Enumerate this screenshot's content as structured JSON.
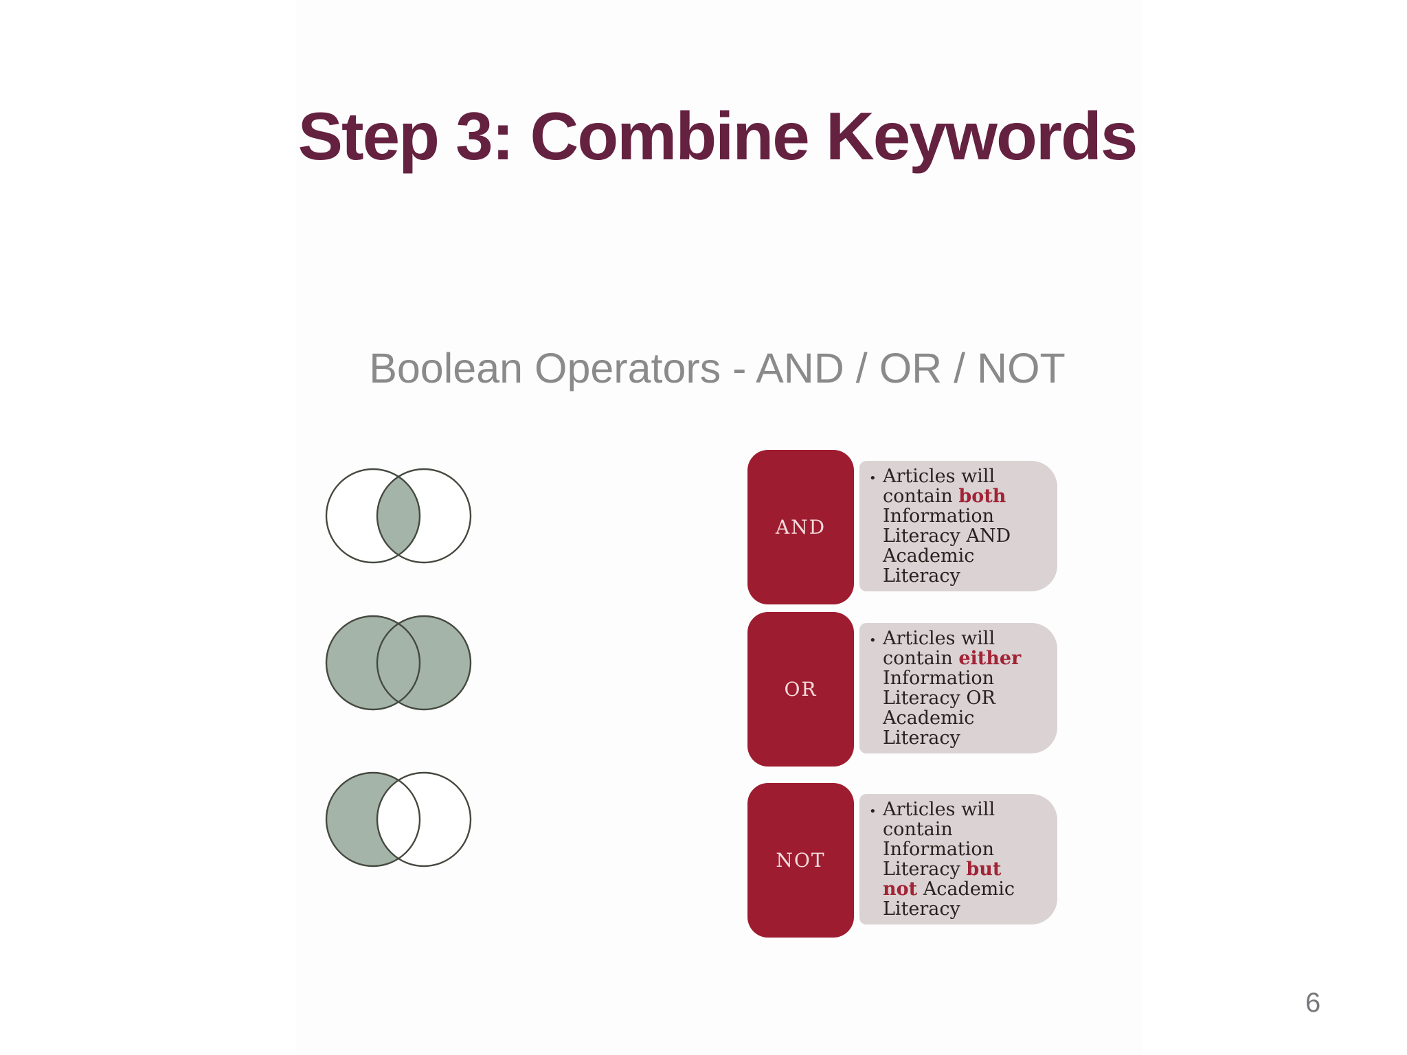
{
  "slide": {
    "title": "Step 3: Combine Keywords",
    "subtitle": "Boolean Operators - AND / OR / NOT",
    "page_number": "6",
    "bullet_glyph": "•"
  },
  "colors": {
    "slide_bg": "#FFFFFF",
    "title_color": "#652140",
    "subtitle_color": "#8A8A8A",
    "accent_red": "#9E1C30",
    "highlight_red": "#A22335",
    "label_text_color": "#F2DBDB",
    "callout_bg": "#DAD2D3",
    "body_text_color": "#28221F",
    "venn_fill": "#A5B4A8",
    "venn_stroke": "#44493F",
    "page_number_color": "#77787B"
  },
  "venn_diagrams": [
    {
      "id": "and",
      "shaded_region": "intersection"
    },
    {
      "id": "or",
      "shaded_region": "both-circles"
    },
    {
      "id": "not",
      "shaded_region": "left-circle-only"
    }
  ],
  "operators": [
    {
      "label": "AND",
      "text_parts": [
        {
          "text": "Articles will contain ",
          "highlight": false
        },
        {
          "text": "both",
          "highlight": true
        },
        {
          "text": " Information Literacy AND Academic Literacy",
          "highlight": false
        }
      ]
    },
    {
      "label": "OR",
      "text_parts": [
        {
          "text": "Articles will contain ",
          "highlight": false
        },
        {
          "text": "either",
          "highlight": true
        },
        {
          "text": " Information Literacy OR Academic Literacy",
          "highlight": false
        }
      ]
    },
    {
      "label": "NOT",
      "text_parts": [
        {
          "text": "Articles will contain Information Literacy ",
          "highlight": false
        },
        {
          "text": "but not",
          "highlight": true
        },
        {
          "text": " Academic Literacy",
          "highlight": false
        }
      ]
    }
  ]
}
